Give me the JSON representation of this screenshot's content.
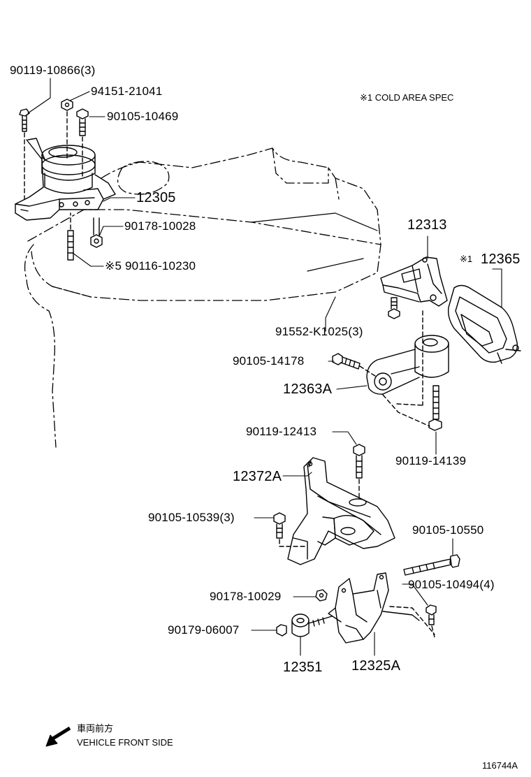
{
  "note": {
    "text": "※1 COLD AREA SPEC"
  },
  "parts": {
    "p_90119_10866": "90119-10866(3)",
    "p_94151_21041": "94151-21041",
    "p_90105_10469": "90105-10469",
    "p_12305": "12305",
    "p_90178_10028": "90178-10028",
    "p_90116_10230": "※5 90116-10230",
    "p_12313": "12313",
    "p_12365": "12365",
    "p_12365_mark": "※1",
    "p_91552": "91552-K1025(3)",
    "p_90105_14178": "90105-14178",
    "p_12363A": "12363A",
    "p_90119_12413": "90119-12413",
    "p_90119_14139": "90119-14139",
    "p_12372A": "12372A",
    "p_90105_10539": "90105-10539(3)",
    "p_90105_10550": "90105-10550",
    "p_90105_10494": "90105-10494(4)",
    "p_90178_10029": "90178-10029",
    "p_90179_06007": "90179-06007",
    "p_12351": "12351",
    "p_12325A": "12325A"
  },
  "direction": {
    "japanese": "車両前方",
    "english": "VEHICLE FRONT SIDE"
  },
  "figure_id": "116744A"
}
